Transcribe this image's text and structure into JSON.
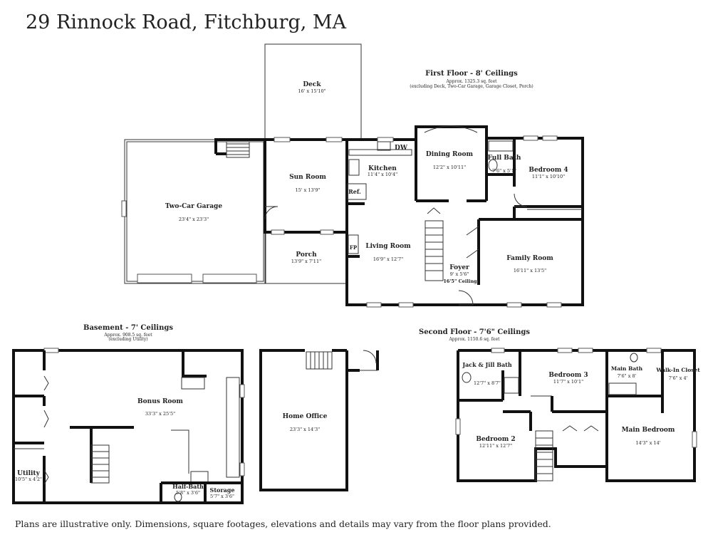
{
  "title": "29 Rinnock Road, Fitchburg, MA",
  "disclaimer": "Plans are illustrative only. Dimensions, square footages, elevations and details may vary from the floor plans provided.",
  "first_floor": {
    "heading": "First Floor - 8' Ceilings",
    "approx": "Approx. 1325.3 sq. feet",
    "excluding": "(excluding Deck, Two-Car Garage, Garage Closet, Porch)",
    "rooms": {
      "deck": {
        "name": "Deck",
        "dims": "16' x 15'10\""
      },
      "garage": {
        "name": "Two-Car Garage",
        "dims": "23'4\" x 23'3\""
      },
      "sun_room": {
        "name": "Sun Room",
        "dims": "15' x 13'9\""
      },
      "porch": {
        "name": "Porch",
        "dims": "13'9\" x 7'11\""
      },
      "kitchen": {
        "name": "Kitchen",
        "dims": "11'4\" x 10'4\""
      },
      "dining": {
        "name": "Dining Room",
        "dims": "12'2\" x 10'11\""
      },
      "full_bath": {
        "name": "Full Bath",
        "dims": "7'6\" x 5'1\""
      },
      "bedroom4": {
        "name": "Bedroom 4",
        "dims": "11'1\" x 10'10\""
      },
      "living": {
        "name": "Living Room",
        "dims": "16'9\" x 12'7\""
      },
      "foyer": {
        "name": "Foyer",
        "dims": "9' x 5'6\"",
        "note": "16'5\" Ceiling"
      },
      "family": {
        "name": "Family Room",
        "dims": "16'11\" x 13'5\""
      }
    },
    "fixtures": {
      "dw": "DW",
      "ref": "Ref.",
      "fp": "FP"
    }
  },
  "basement": {
    "heading": "Basement - 7' Ceilings",
    "approx": "Approx. 908.5 sq. feet",
    "excluding": "(excluding Utility)",
    "rooms": {
      "bonus": {
        "name": "Bonus Room",
        "dims": "33'3\" x 25'5\""
      },
      "utility": {
        "name": "Utility",
        "dims": "10'5\" x 4'2\""
      },
      "half_bath": {
        "name": "Half-Bath",
        "dims": "5'8\" x 3'6\""
      },
      "storage": {
        "name": "Storage",
        "dims": "5'7\" x 3'6\""
      },
      "home_office": {
        "name": "Home Office",
        "dims": "23'3\" x 14'3\""
      }
    }
  },
  "second_floor": {
    "heading": "Second Floor - 7'6\" Ceilings",
    "approx": "Approx. 1150.6 sq. feet",
    "rooms": {
      "jack_jill": {
        "name": "Jack & Jill Bath",
        "dims": "12'7\" x 8'7\""
      },
      "bedroom3": {
        "name": "Bedroom 3",
        "dims": "11'7\" x 10'1\""
      },
      "main_bath": {
        "name": "Main Bath",
        "dims": "7'6\" x 8'"
      },
      "walk_in": {
        "name": "Walk-In Closet",
        "dims": "7'6\" x 4'"
      },
      "bedroom2": {
        "name": "Bedroom 2",
        "dims": "12'11\" x 12'7\""
      },
      "main_bedroom": {
        "name": "Main Bedroom",
        "dims": "14'3\" x 14'"
      }
    }
  }
}
